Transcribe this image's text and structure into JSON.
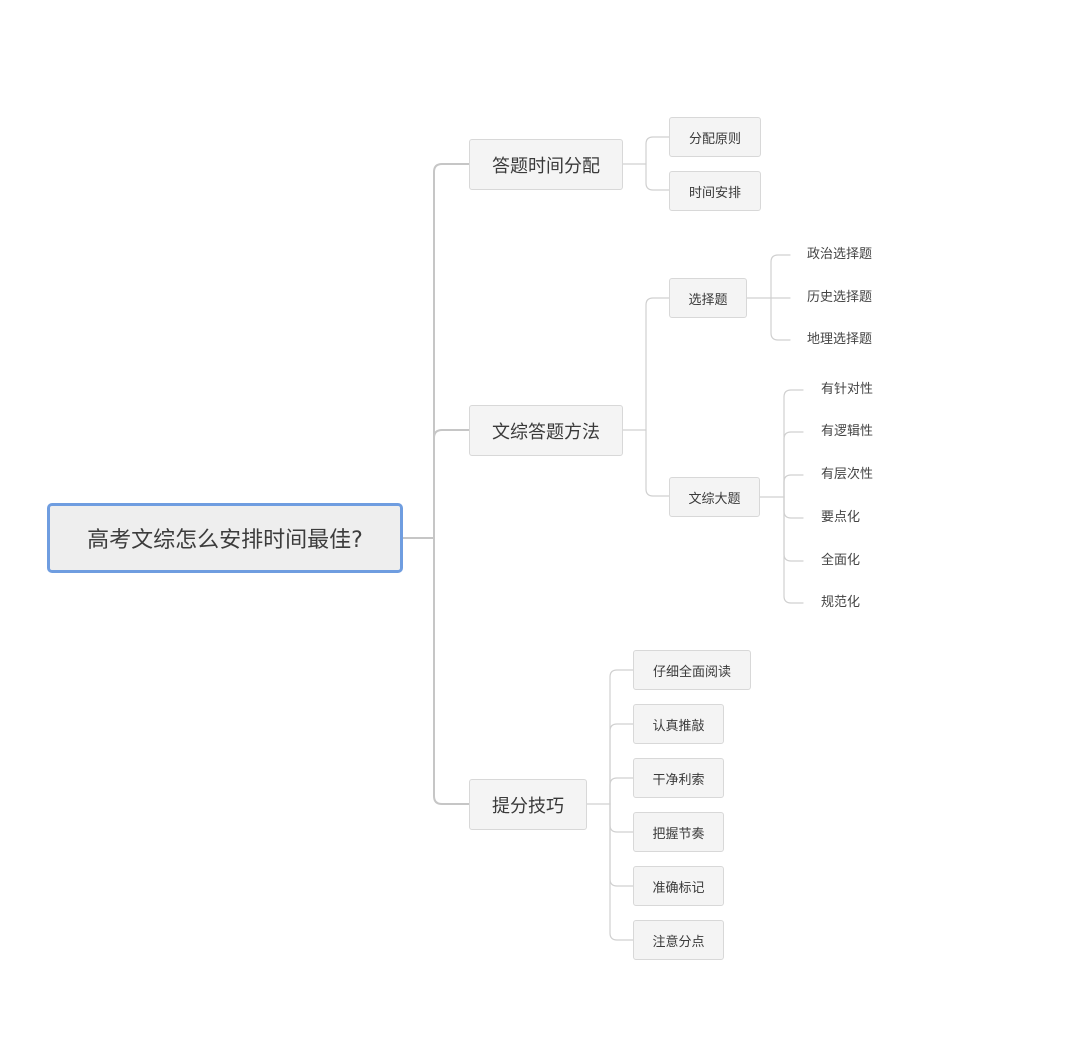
{
  "root": {
    "label": "高考文综怎么安排时间最佳?"
  },
  "branches": {
    "time": {
      "label": "答题时间分配",
      "children": [
        "分配原则",
        "时间安排"
      ]
    },
    "method": {
      "label": "文综答题方法",
      "choice": {
        "label": "选择题",
        "leaves": [
          "政治选择题",
          "历史选择题",
          "地理选择题"
        ]
      },
      "essay": {
        "label": "文综大题",
        "leaves": [
          "有针对性",
          "有逻辑性",
          "有层次性",
          "要点化",
          "全面化",
          "规范化"
        ]
      }
    },
    "tips": {
      "label": "提分技巧",
      "children": [
        "仔细全面阅读",
        "认真推敲",
        "干净利索",
        "把握节奏",
        "准确标记",
        "注意分点"
      ]
    }
  },
  "colors": {
    "root_border": "#6f9de0",
    "node_fill": "#f4f4f4",
    "node_border": "#d8d8d8",
    "line": "#c6c6c6"
  }
}
